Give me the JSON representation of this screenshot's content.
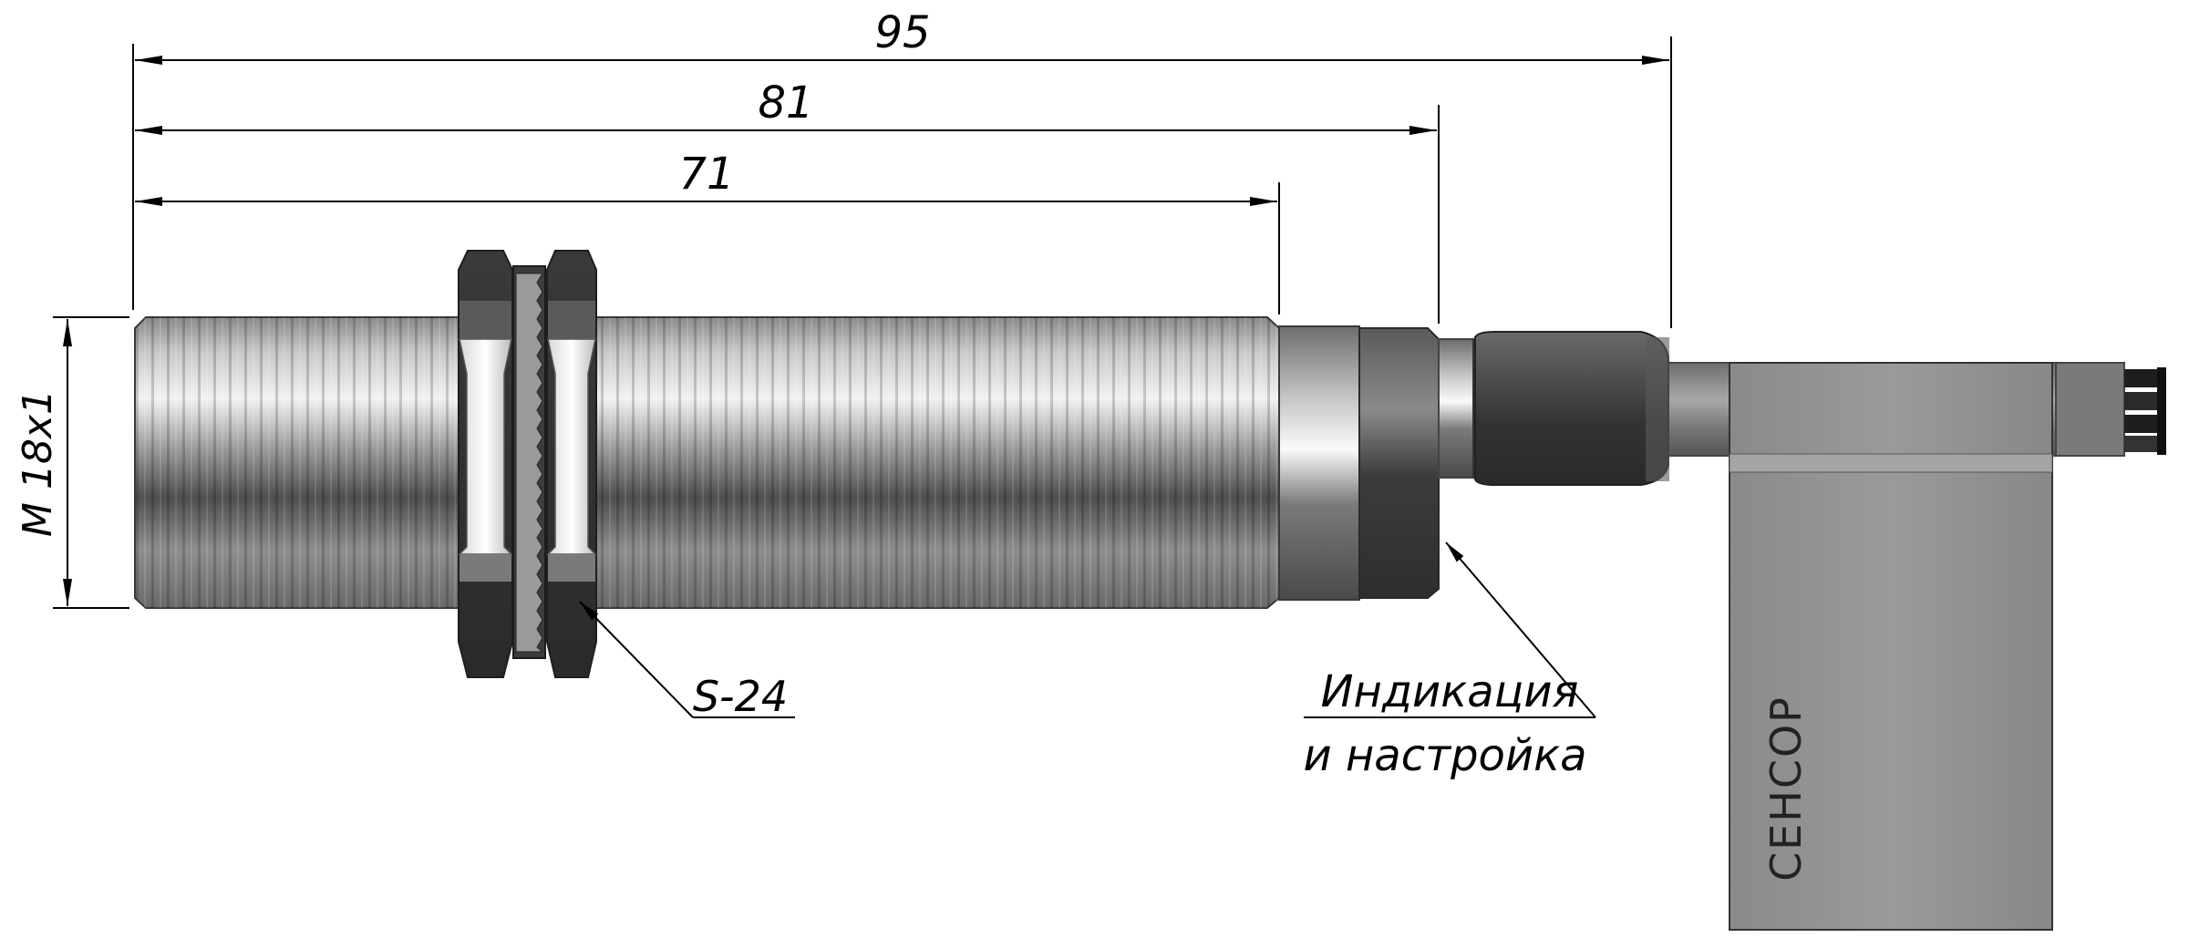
{
  "dimensions": {
    "overall": "95",
    "to_collar": "81",
    "thread_length": "71",
    "thread_spec": "M 18x1"
  },
  "callouts": {
    "nut": "S-24",
    "indicator_line1": "Индикация",
    "indicator_line2": "и настройка"
  },
  "label": {
    "brand": "СЕНСОР"
  },
  "colors": {
    "metal_light": "#e8e8e8",
    "metal_mid": "#9a9a9a",
    "metal_dark": "#4a4a4a",
    "nut_dark": "#3e3e3e",
    "label_gray": "#8e8e8e",
    "line": "#000000"
  }
}
